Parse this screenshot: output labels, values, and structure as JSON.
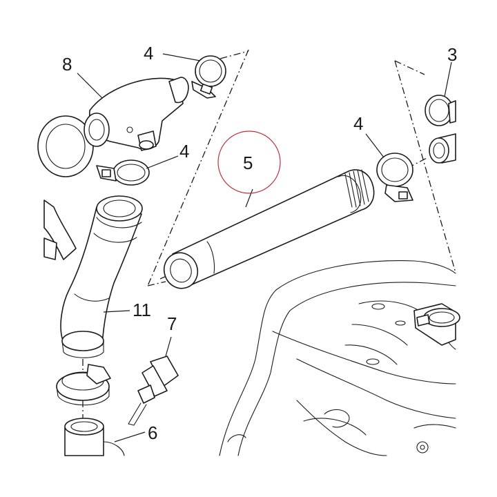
{
  "callouts": {
    "c8": "8",
    "c4a": "4",
    "c4b": "4",
    "c4c": "4",
    "c3": "3",
    "c5": "5",
    "c11": "11",
    "c7": "7",
    "c6": "6"
  },
  "colors": {
    "line": "#1a1a1a",
    "highlight_circle": "#c0303a",
    "background": "#ffffff"
  }
}
